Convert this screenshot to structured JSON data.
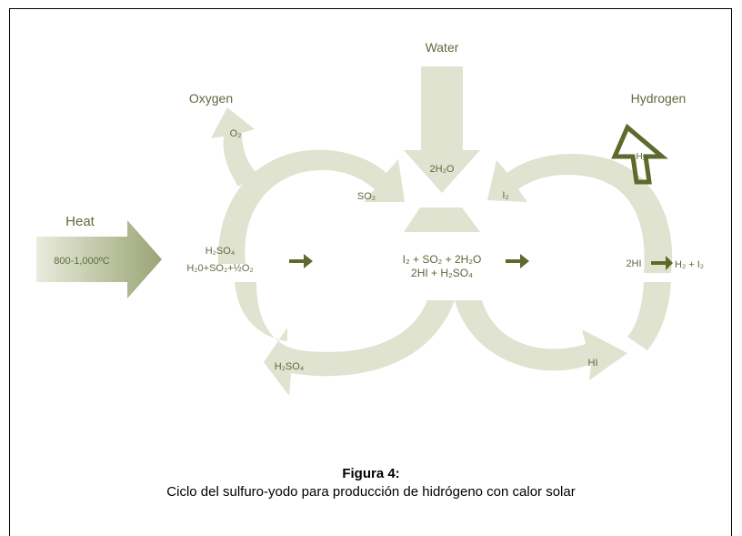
{
  "diagram": {
    "inputs": {
      "water": "Water",
      "heat": "Heat",
      "temperature": "800-1,000ºC"
    },
    "outputs": {
      "oxygen": "Oxygen",
      "o2": "O₂",
      "hydrogen": "Hydrogen",
      "h2": "H₂"
    },
    "flows": {
      "water_in": "2H₂O",
      "so2": "SO₂",
      "i2": "I₂",
      "h2so4": "H₂SO₄",
      "hi": "HI"
    },
    "reactions": {
      "left_line1": "H₂SO₄",
      "left_line2": "H₂0+SO₂+½O₂",
      "center_line1": "I₂ + SO₂ + 2H₂O",
      "center_line2": "2HI + H₂SO₄",
      "right": "2HI",
      "right_products": "H₂ + I₂"
    },
    "colors": {
      "flow": "#dfe3d0",
      "flow_dark": "#c9cfb2",
      "accent": "#5c6a2c",
      "label": "#5e6b3e"
    }
  },
  "caption": {
    "title": "Figura 4:",
    "text": "Ciclo del sulfuro-yodo para producción de hidrógeno con calor solar"
  }
}
